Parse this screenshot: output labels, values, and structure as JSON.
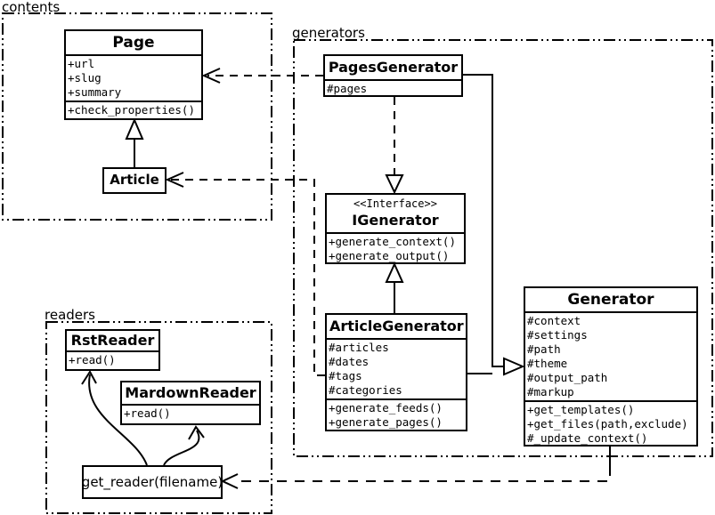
{
  "colors": {
    "line": "#000000",
    "background": "#ffffff",
    "box_fill": "#ffffff"
  },
  "packages": {
    "contents": {
      "label": "contents"
    },
    "generators": {
      "label": "generators"
    },
    "readers": {
      "label": "readers"
    }
  },
  "classes": {
    "page": {
      "title": "Page",
      "attributes": [
        "+url",
        "+slug",
        "+summary"
      ],
      "methods": [
        "+check_properties()"
      ]
    },
    "article": {
      "title": "Article"
    },
    "pages_generator": {
      "title": "PagesGenerator",
      "attributes": [
        "#pages"
      ]
    },
    "igenerator": {
      "stereotype": "<<Interface>>",
      "title": "IGenerator",
      "methods": [
        "+generate_context()",
        "+generate_output()"
      ]
    },
    "article_generator": {
      "title": "ArticleGenerator",
      "attributes": [
        "#articles",
        "#dates",
        "#tags",
        "#categories"
      ],
      "methods": [
        "+generate_feeds()",
        "+generate_pages()"
      ]
    },
    "generator": {
      "title": "Generator",
      "attributes": [
        "#context",
        "#settings",
        "#path",
        "#theme",
        "#output_path",
        "#markup"
      ],
      "methods": [
        "+get_templates()",
        "+get_files(path,exclude)",
        "#_update_context()"
      ]
    },
    "rst_reader": {
      "title": "RstReader",
      "methods": [
        "+read()"
      ]
    },
    "mardown_reader": {
      "title": "MardownReader",
      "methods": [
        "+read()"
      ]
    },
    "get_reader": {
      "title": "get_reader(filename)"
    }
  },
  "relationships": [
    {
      "from": "Article",
      "to": "Page",
      "type": "generalization"
    },
    {
      "from": "PagesGenerator",
      "to": "Page",
      "type": "dependency"
    },
    {
      "from": "ArticleGenerator",
      "to": "Article",
      "type": "dependency"
    },
    {
      "from": "PagesGenerator",
      "to": "IGenerator",
      "type": "realization"
    },
    {
      "from": "ArticleGenerator",
      "to": "IGenerator",
      "type": "generalization"
    },
    {
      "from": "PagesGenerator,ArticleGenerator",
      "to": "Generator",
      "type": "generalization"
    },
    {
      "from": "Generator",
      "to": "get_reader(filename)",
      "type": "dependency"
    },
    {
      "from": "get_reader(filename)",
      "to": "RstReader",
      "type": "arrow"
    },
    {
      "from": "get_reader(filename)",
      "to": "MardownReader",
      "type": "arrow"
    }
  ]
}
